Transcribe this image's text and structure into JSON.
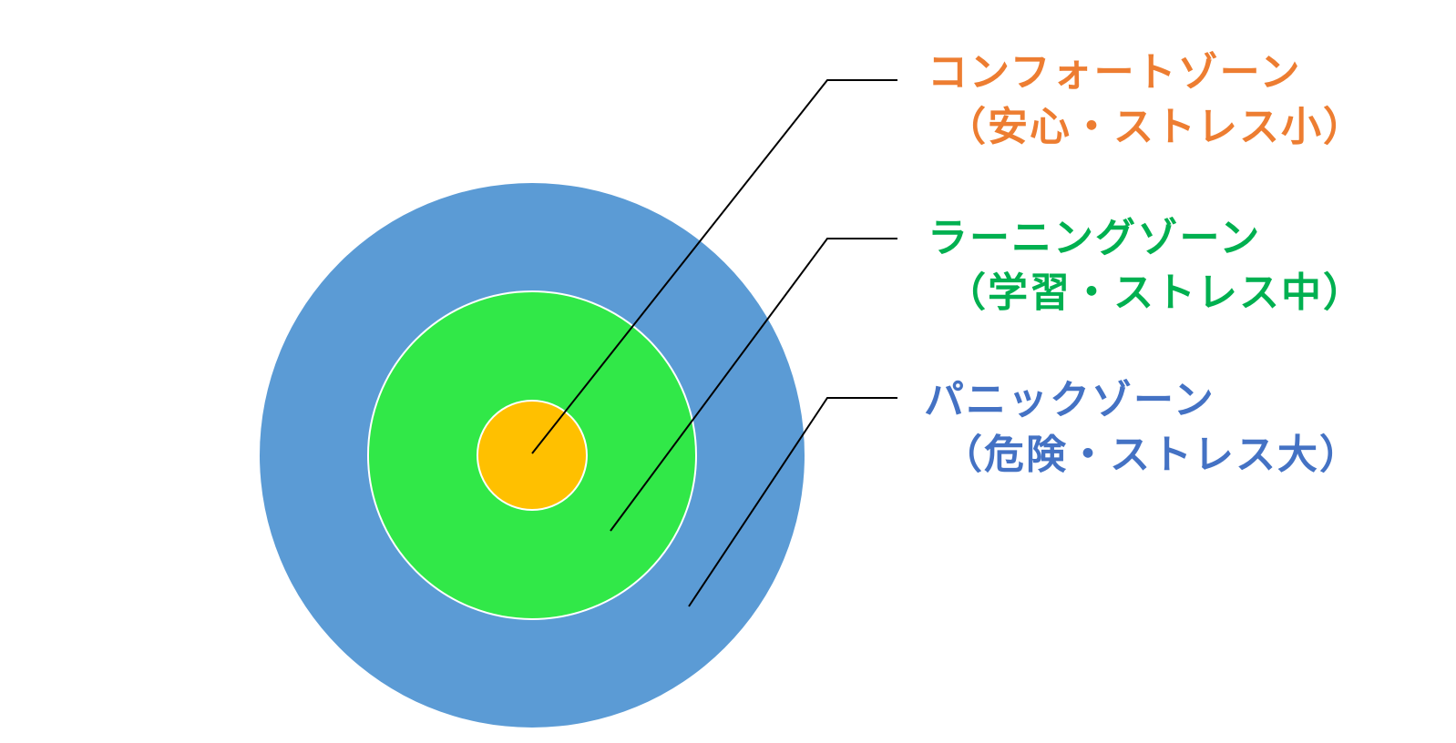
{
  "colors": {
    "outer": "#5B9BD5",
    "middle": "#31E848",
    "inner": "#FFC000",
    "comfort_text": "#ED7D31",
    "learning_text": "#00B050",
    "panic_text": "#4472C4"
  },
  "zones": {
    "comfort": {
      "title": "コンフォートゾーン",
      "subtitle": "（安心・ストレス小）"
    },
    "learning": {
      "title": "ラーニングゾーン",
      "subtitle": "（学習・ストレス中）"
    },
    "panic": {
      "title": "パニックゾーン",
      "subtitle": "（危険・ストレス大）"
    }
  }
}
